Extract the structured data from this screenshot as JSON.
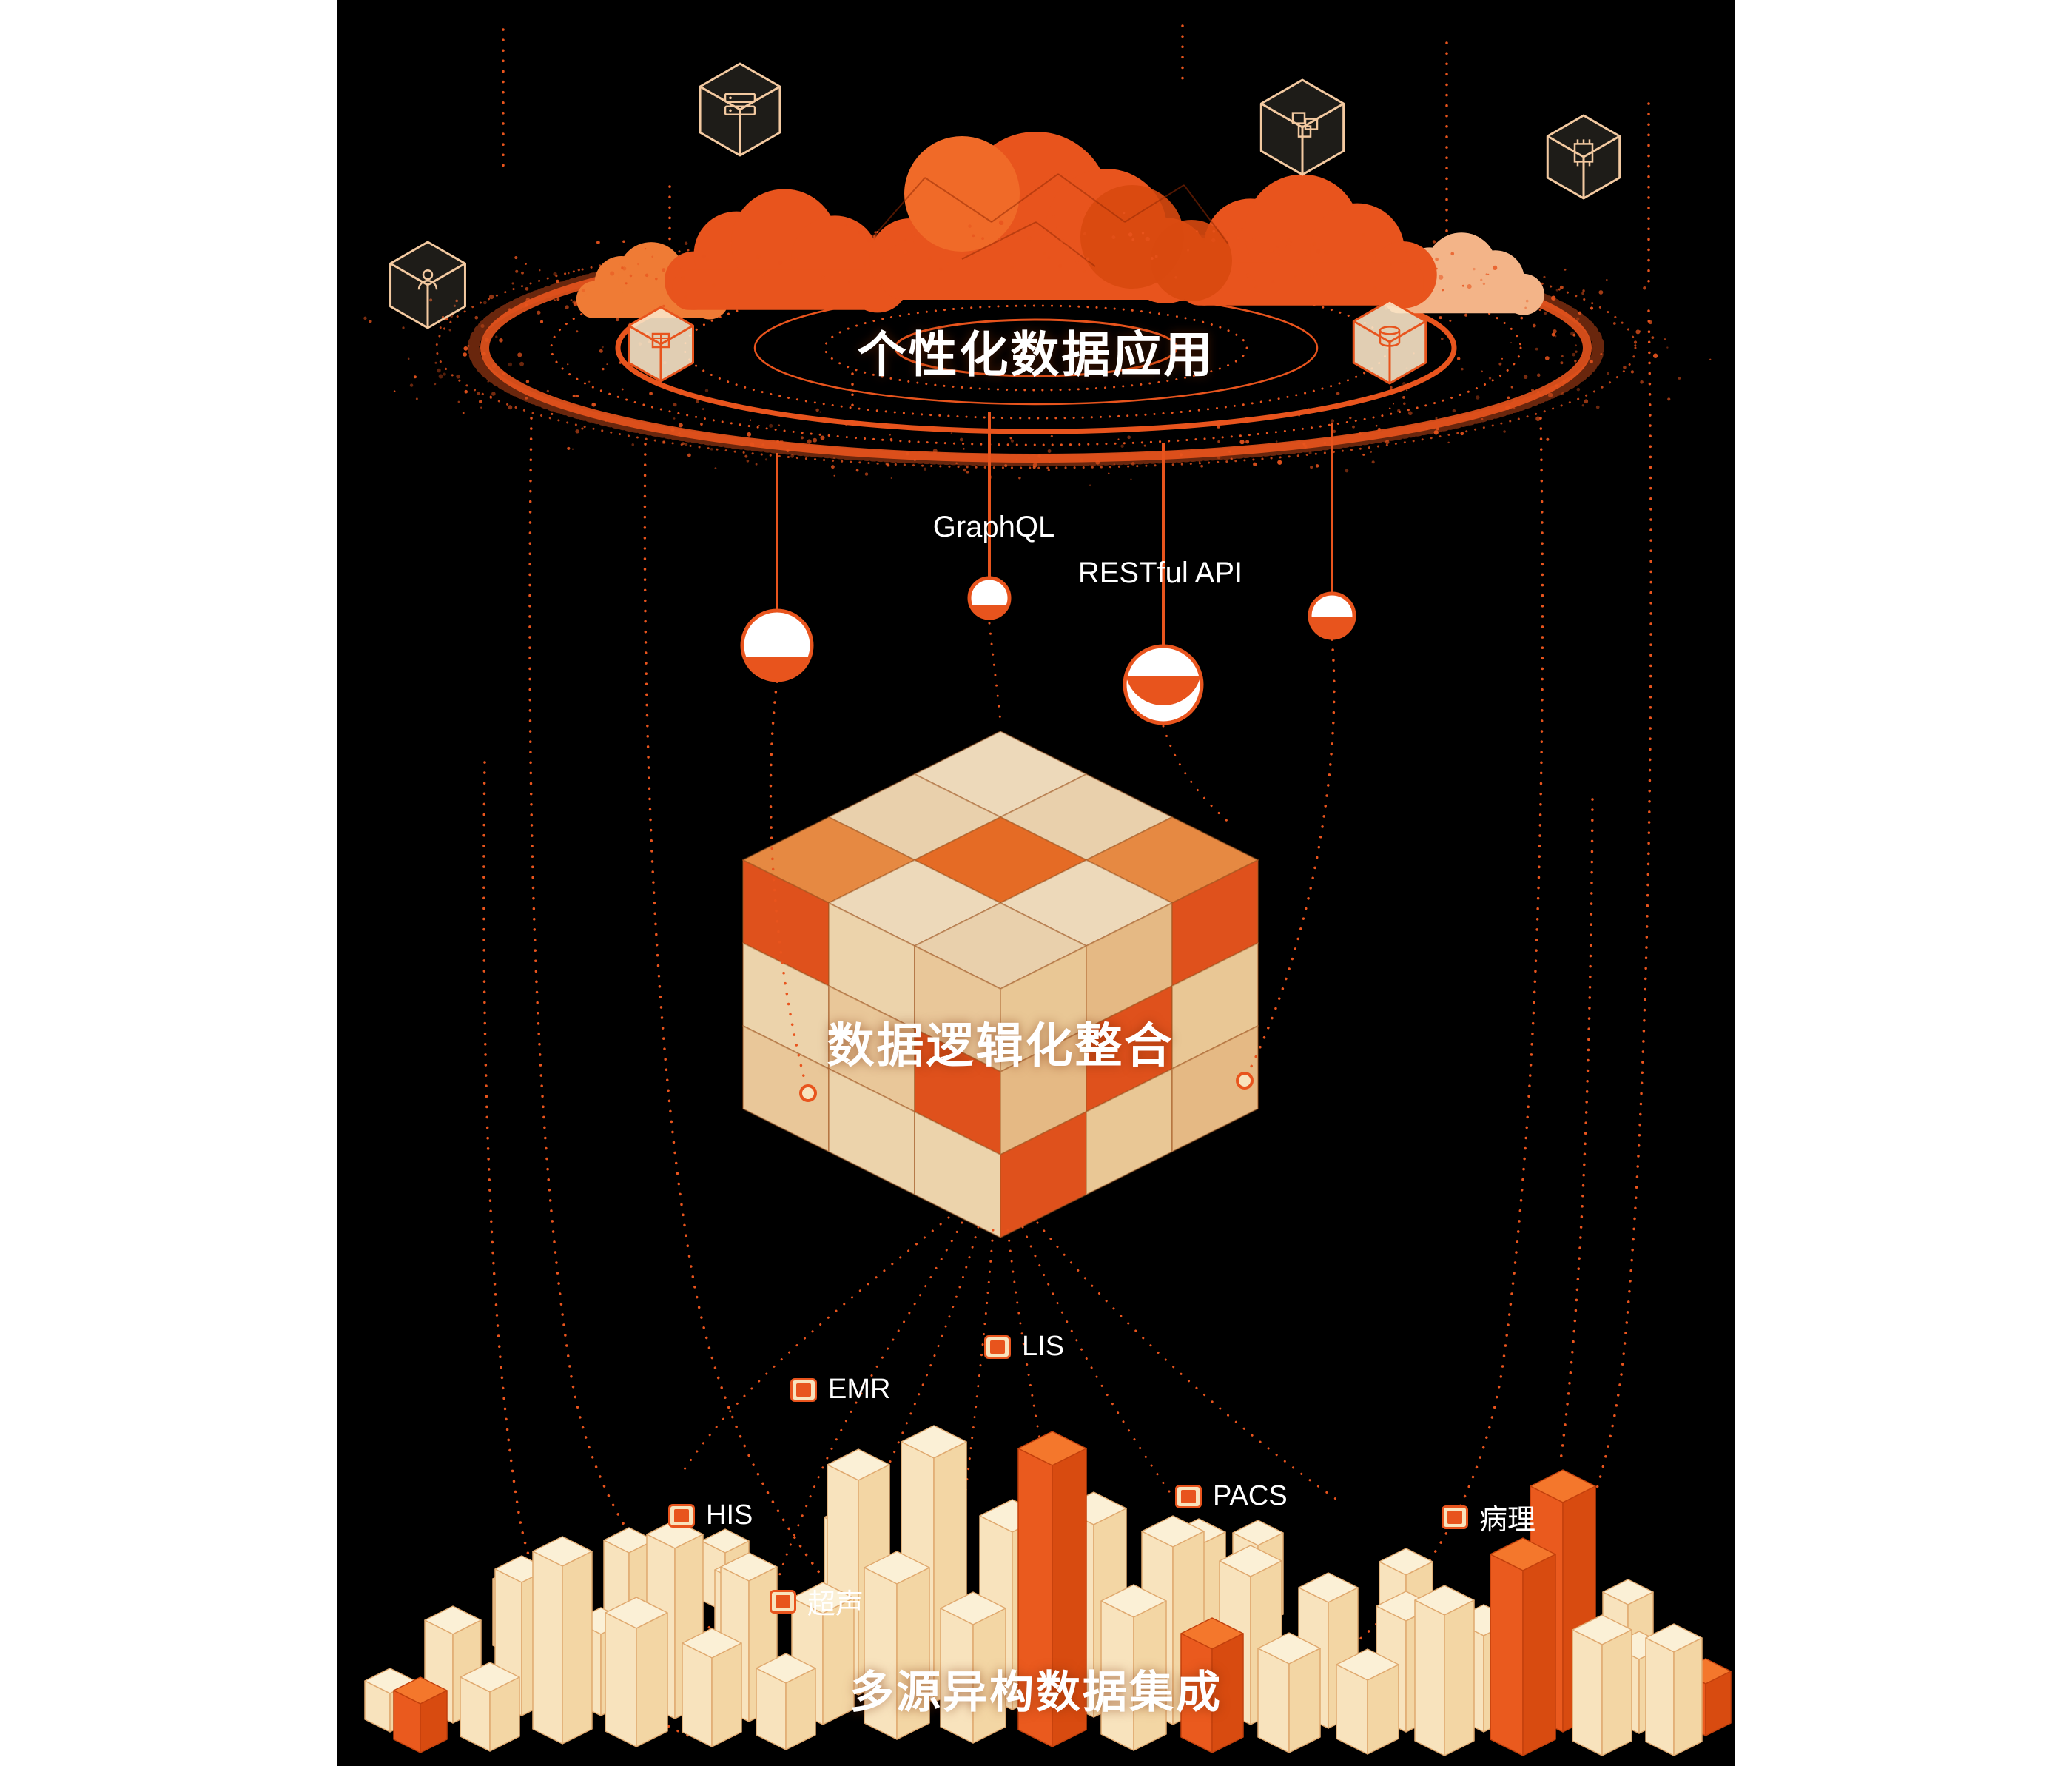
{
  "titles": {
    "top": "个性化数据应用",
    "middle": "数据逻辑化整合",
    "bottom": "多源异构数据集成"
  },
  "api_labels": {
    "graphql": "GraphQL",
    "restful": "RESTful API"
  },
  "sources": [
    {
      "id": "emr",
      "label": "EMR"
    },
    {
      "id": "lis",
      "label": "LIS"
    },
    {
      "id": "his",
      "label": "HIS"
    },
    {
      "id": "pacs",
      "label": "PACS"
    },
    {
      "id": "pathology",
      "label": "病理"
    },
    {
      "id": "ultrasound",
      "label": "超声"
    }
  ],
  "icons": [
    {
      "name": "server-cube-icon"
    },
    {
      "name": "packages-cube-icon"
    },
    {
      "name": "chip-cube-icon"
    },
    {
      "name": "user-cube-icon"
    },
    {
      "name": "box-cube-icon"
    },
    {
      "name": "database-cube-icon"
    }
  ],
  "colors": {
    "background": "#000000",
    "page": "#ffffff",
    "primary": "#e8541d",
    "primary_dark": "#d8490f",
    "cream": "#f8e3bd",
    "text": "#ffffff"
  }
}
